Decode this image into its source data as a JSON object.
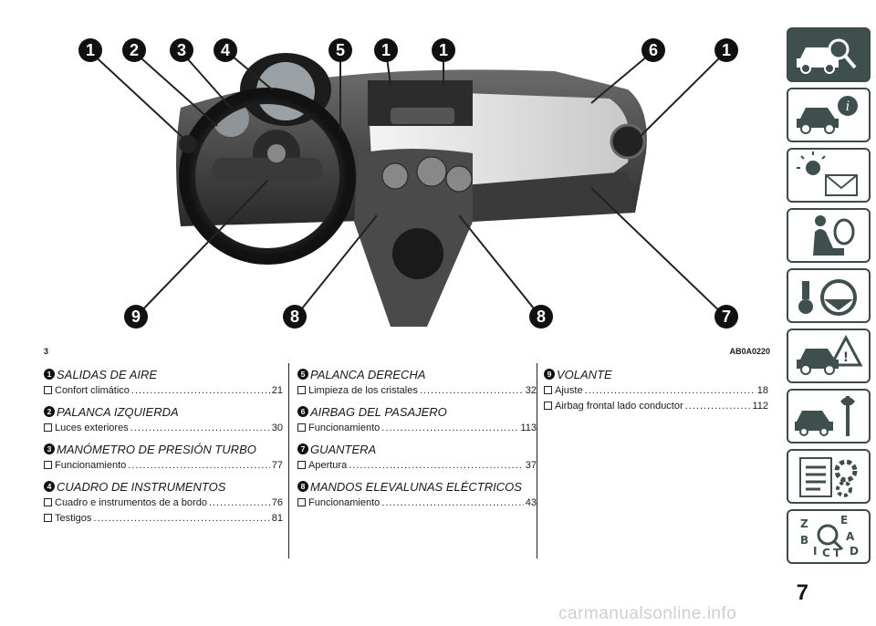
{
  "figure": {
    "number": "3",
    "code": "AB0A0220",
    "callouts": [
      "1",
      "2",
      "3",
      "4",
      "5",
      "1",
      "1",
      "6",
      "1",
      "9",
      "8",
      "8",
      "7"
    ]
  },
  "columns": [
    [
      {
        "badge": "1",
        "title": "SALIDAS DE AIRE",
        "entries": [
          {
            "label": "Confort climático",
            "page": "21"
          }
        ]
      },
      {
        "badge": "2",
        "title": "PALANCA IZQUIERDA",
        "entries": [
          {
            "label": "Luces exteriores",
            "page": "30"
          }
        ]
      },
      {
        "badge": "3",
        "title": "MANÓMETRO DE PRESIÓN TURBO",
        "entries": [
          {
            "label": "Funcionamiento",
            "page": "77"
          }
        ]
      },
      {
        "badge": "4",
        "title": "CUADRO DE INSTRUMENTOS",
        "entries": [
          {
            "label": "Cuadro e instrumentos de a bordo",
            "page": "76"
          },
          {
            "label": "Testigos",
            "page": "81"
          }
        ]
      }
    ],
    [
      {
        "badge": "5",
        "title": "PALANCA DERECHA",
        "entries": [
          {
            "label": "Limpieza de los cristales",
            "page": "32"
          }
        ]
      },
      {
        "badge": "6",
        "title": "AIRBAG DEL PASAJERO",
        "entries": [
          {
            "label": "Funcionamiento",
            "page": "113"
          }
        ]
      },
      {
        "badge": "7",
        "title": "GUANTERA",
        "entries": [
          {
            "label": "Apertura",
            "page": "37"
          }
        ]
      },
      {
        "badge": "8",
        "title": "MANDOS ELEVALUNAS ELÉCTRICOS",
        "entries": [
          {
            "label": "Funcionamiento",
            "page": "43"
          }
        ]
      }
    ],
    [
      {
        "badge": "9",
        "title": "VOLANTE",
        "entries": [
          {
            "label": "Ajuste",
            "page": "18"
          },
          {
            "label": "Airbag frontal lado conductor",
            "page": "112"
          }
        ]
      }
    ]
  ],
  "tabs": [
    "car-search-icon",
    "car-info-icon",
    "warning-lights-icon",
    "airbag-seat-icon",
    "steering-key-icon",
    "car-road-warning-icon",
    "car-service-icon",
    "data-settings-icon",
    "index-letters-icon"
  ],
  "page_number": "7",
  "watermark": "carmanualsonline.info",
  "colors": {
    "tab_active": "#3e4f4e",
    "badge": "#111111"
  }
}
